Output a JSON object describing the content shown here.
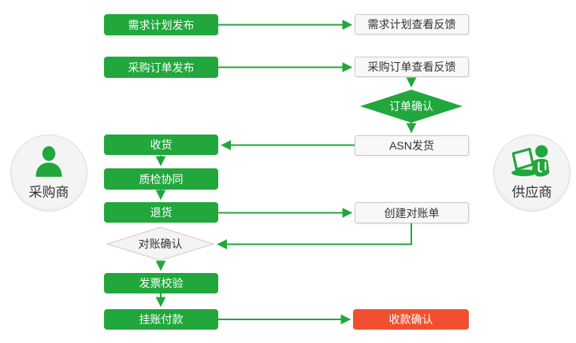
{
  "colors": {
    "accent_green": "#21a73c",
    "accent_red": "#f0502f",
    "light_box_bg": "#f8f8f8",
    "light_box_border": "#c9c9c9",
    "diamond_light_bg": "#f4f4f4",
    "diamond_light_border": "#cccccc",
    "circle_bg": "#f4f4f4",
    "circle_border": "#dddddd",
    "text_dark": "#333333",
    "text_light": "#ffffff"
  },
  "actors": {
    "buyer": {
      "label": "采购商",
      "icon": "person-icon"
    },
    "supplier": {
      "label": "供应商",
      "icon": "person-laptop-icon"
    }
  },
  "nodes": {
    "demand_plan_publish": {
      "label": "需求计划发布",
      "type": "green"
    },
    "demand_plan_feedback": {
      "label": "需求计划查看反馈",
      "type": "light"
    },
    "po_publish": {
      "label": "采购订单发布",
      "type": "green"
    },
    "po_feedback": {
      "label": "采购订单查看反馈",
      "type": "light"
    },
    "order_confirm": {
      "label": "订单确认",
      "type": "green-diamond"
    },
    "asn_ship": {
      "label": "ASN发货",
      "type": "light"
    },
    "receive": {
      "label": "收货",
      "type": "green"
    },
    "quality_collab": {
      "label": "质检协同",
      "type": "green"
    },
    "return_goods": {
      "label": "退货",
      "type": "green"
    },
    "create_statement": {
      "label": "创建对账单",
      "type": "light"
    },
    "statement_confirm": {
      "label": "对账确认",
      "type": "light-diamond"
    },
    "invoice_verify": {
      "label": "发票校验",
      "type": "green"
    },
    "payment": {
      "label": "挂账付款",
      "type": "green"
    },
    "receipt_confirm": {
      "label": "收款确认",
      "type": "red"
    }
  }
}
